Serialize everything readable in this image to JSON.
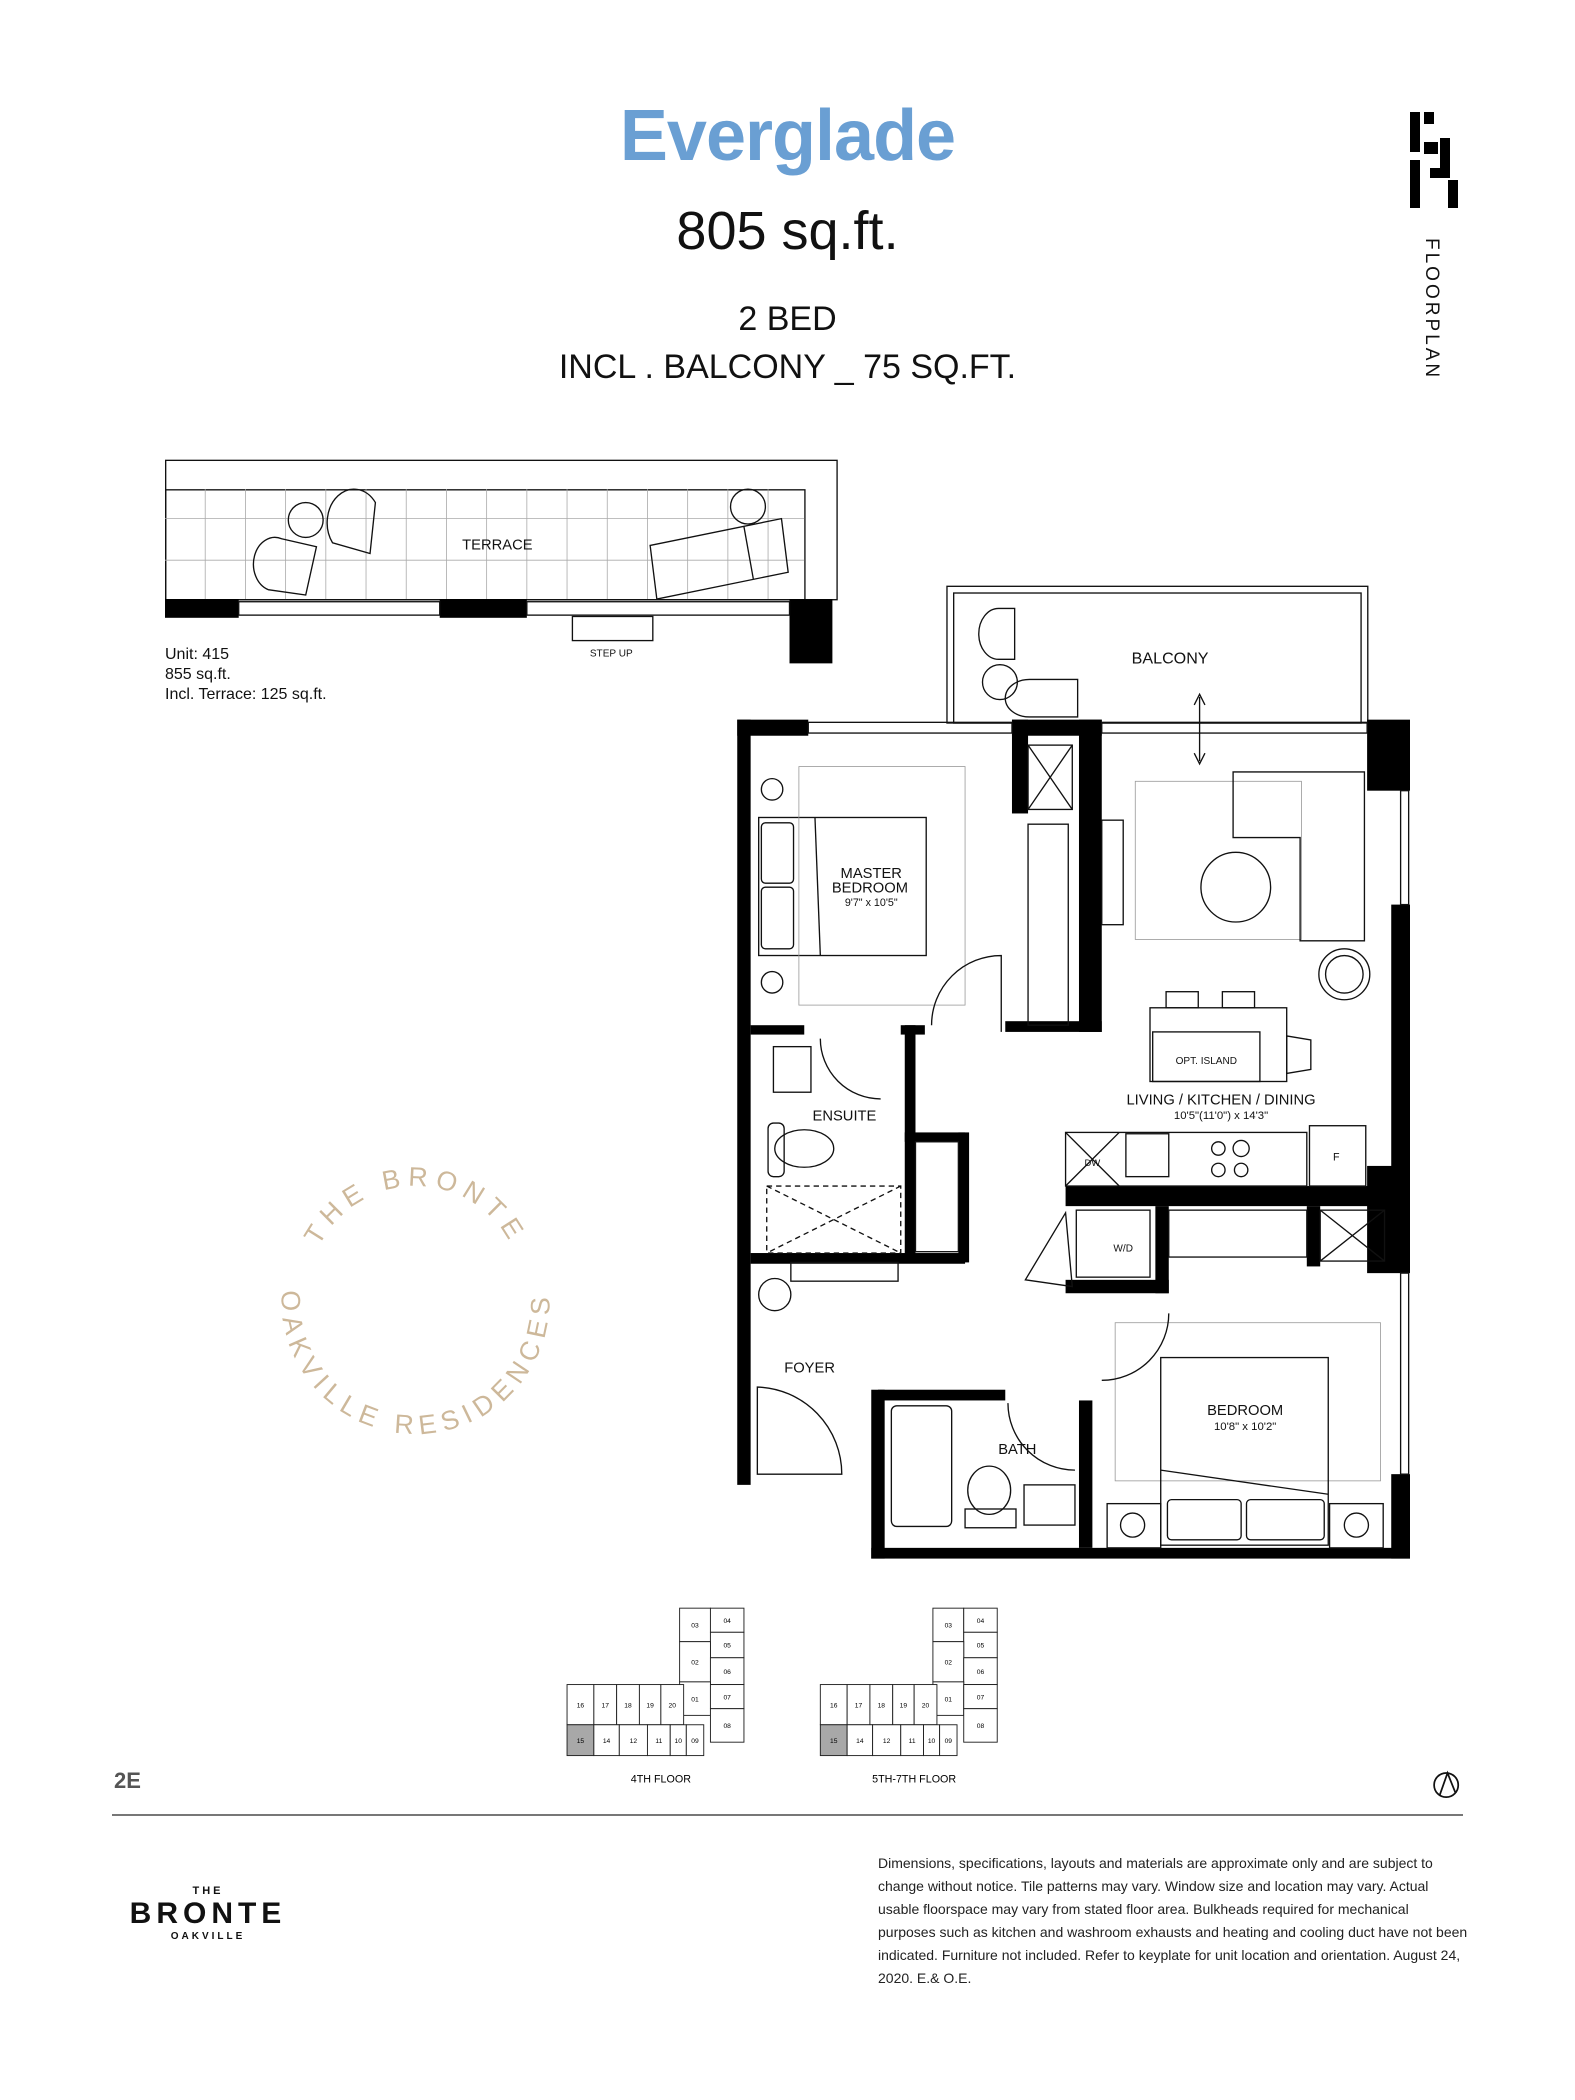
{
  "header": {
    "title": "Everglade",
    "area": "805 sq.ft.",
    "beds": "2 BED",
    "balcony_note": "INCL . BALCONY _ 75 SQ.FT.",
    "side_tag": "FLOORPLAN"
  },
  "unit_info": {
    "unit": "Unit: 415",
    "area": "855 sq.ft.",
    "terrace": "Incl. Terrace: 125 sq.ft."
  },
  "plan_labels": {
    "terrace": "TERRACE",
    "step_up": "STEP UP",
    "balcony": "BALCONY",
    "master_bedroom_1": "MASTER",
    "master_bedroom_2": "BEDROOM",
    "master_dims": "9'7\" x 10'5\"",
    "ensuite": "ENSUITE",
    "opt_island": "OPT. ISLAND",
    "living": "LIVING / KITCHEN / DINING",
    "living_dims": "10'5\"(11'0\") x 14'3\"",
    "dw": "DW",
    "fridge": "F",
    "wd": "W/D",
    "foyer": "FOYER",
    "bath": "BATH",
    "bedroom": "BEDROOM",
    "bedroom_dims": "10'8\" x 10'2\""
  },
  "watermark": {
    "top": "THE BRONTE",
    "bottom": "OAKVILLE RESIDENCES"
  },
  "keyplans": [
    {
      "label": "4TH FLOOR",
      "units": [
        "03",
        "04",
        "05",
        "02",
        "06",
        "01",
        "07",
        "16",
        "17",
        "18",
        "19",
        "20",
        "08",
        "15",
        "14",
        "12",
        "11",
        "10",
        "09"
      ],
      "highlight": "15"
    },
    {
      "label": "5TH-7TH FLOOR",
      "units": [
        "03",
        "04",
        "05",
        "02",
        "06",
        "01",
        "07",
        "16",
        "17",
        "18",
        "19",
        "20",
        "08",
        "15",
        "14",
        "12",
        "11",
        "10",
        "09"
      ],
      "highlight": "15"
    }
  ],
  "footer": {
    "suite_code": "2E",
    "brand_the": "THE",
    "brand_name": "BRONTE",
    "brand_city": "OAKVILLE",
    "disclaimer": "Dimensions, specifications, layouts and materials are approximate only and are subject to change without notice. Tile patterns may vary. Window size and location may vary. Actual usable floorspace may vary from stated floor area. Bulkheads required for mechanical purposes such as kitchen and washroom exhausts and heating and cooling duct have not been indicated.  Furniture not included. Refer to keyplate for unit location and orientation. August 24, 2020. E.& O.E."
  },
  "colors": {
    "accent": "#6a9fd3",
    "watermark": "#cdb89a",
    "highlight": "#a8a8a8"
  }
}
